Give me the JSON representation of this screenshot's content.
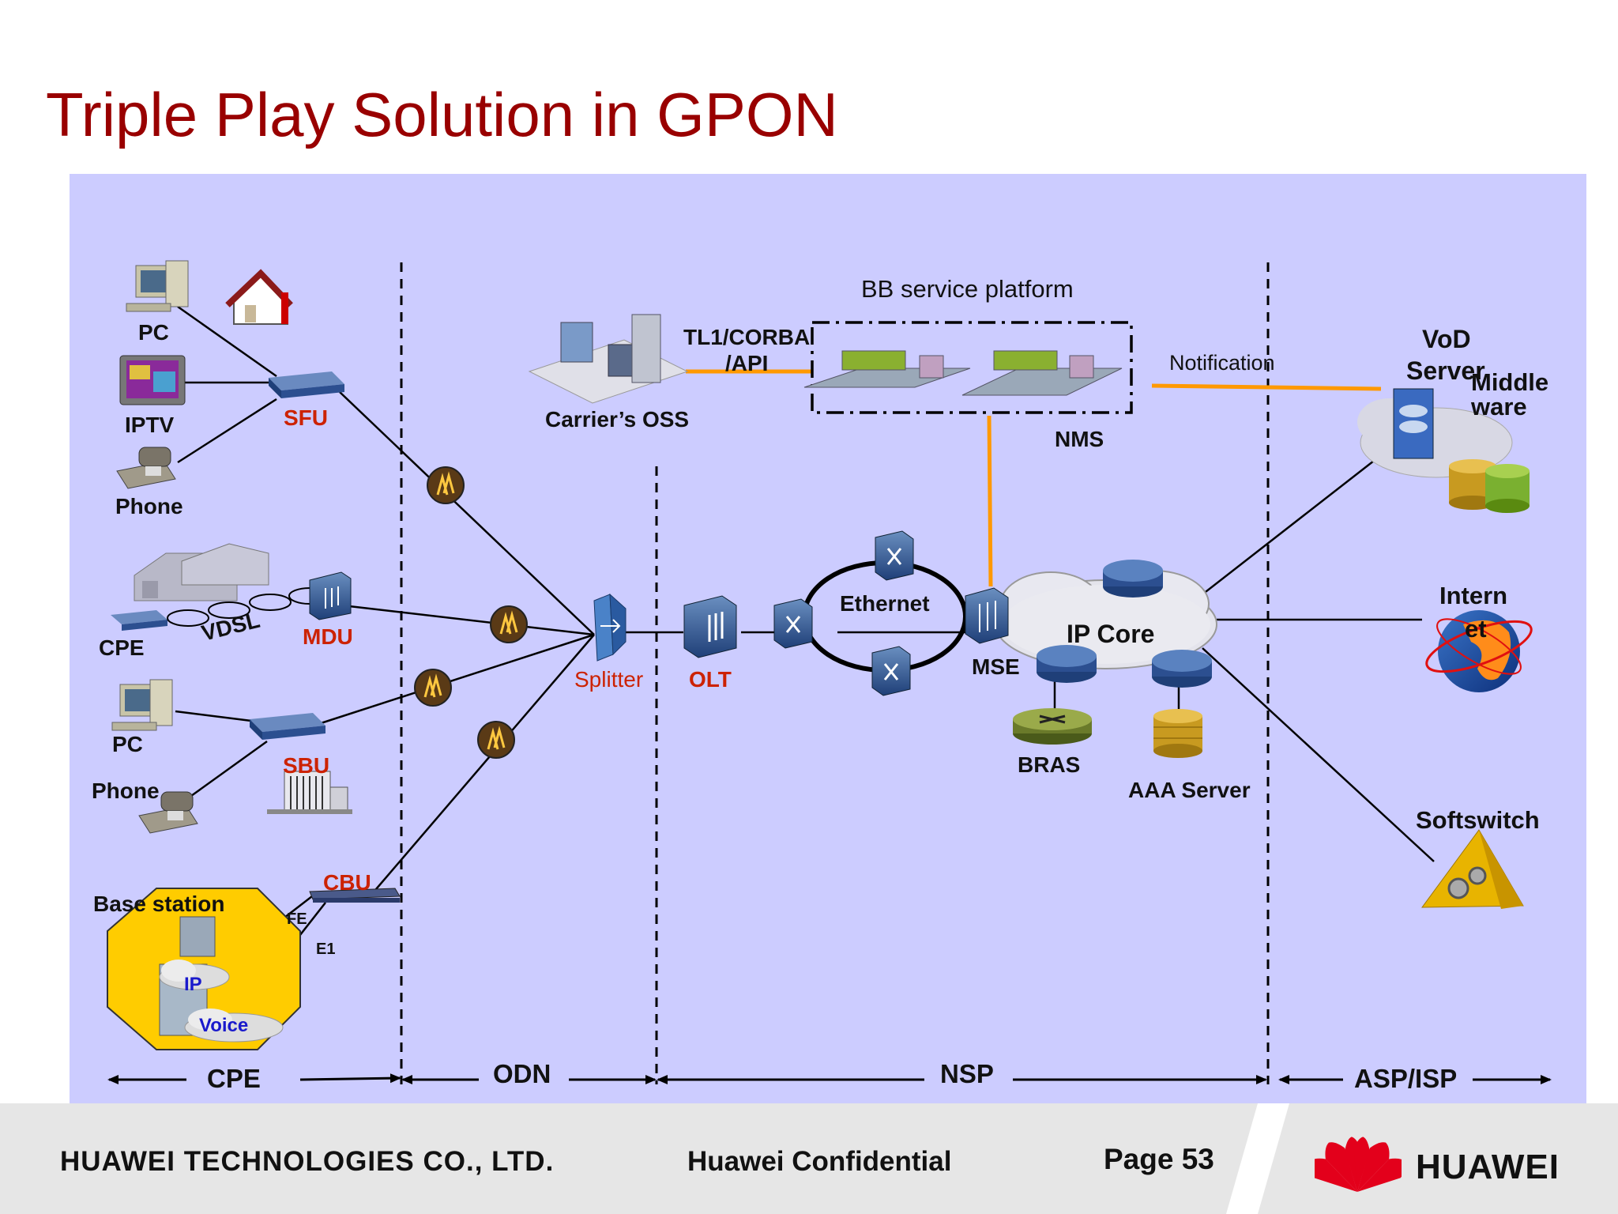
{
  "slide": {
    "title": "Triple Play Solution in GPON"
  },
  "zones": [
    {
      "id": "cpe",
      "label": "CPE"
    },
    {
      "id": "odn",
      "label": "ODN"
    },
    {
      "id": "nsp",
      "label": "NSP"
    },
    {
      "id": "asp",
      "label": "ASP/ISP"
    }
  ],
  "labels": {
    "pc_top": "PC",
    "iptv": "IPTV",
    "phone_top": "Phone",
    "sfu": "SFU",
    "cpe_device": "CPE",
    "vdsl": "VDSL",
    "mdu": "MDU",
    "pc_mid": "PC",
    "phone_mid": "Phone",
    "sbu": "SBU",
    "cbu": "CBU",
    "base_station": "Base station",
    "fe": "FE",
    "e1": "E1",
    "ip": "IP",
    "voice": "Voice",
    "splitter": "Splitter",
    "olt": "OLT",
    "ethernet": "Ethernet",
    "mse": "MSE",
    "ip_core": "IP Core",
    "bras": "BRAS",
    "aaa": "AAA Server",
    "carriers_oss": "Carrier’s OSS",
    "tl1_line1": "TL1/CORBA",
    "tl1_line2": "/API",
    "bb_platform": "BB service platform",
    "nms": "NMS",
    "notification": "Notification",
    "vod_line1": "VoD",
    "vod_line2": "Server",
    "middle_line1": "Middle",
    "middle_line2": "ware",
    "internet_line1": "Intern",
    "internet_line2": "et",
    "softswitch": "Softswitch"
  },
  "footer": {
    "company": "HUAWEI TECHNOLOGIES CO., LTD.",
    "confidential": "Huawei Confidential",
    "page": "Page 53",
    "logo": "HUAWEI"
  },
  "colors": {
    "title": "#990000",
    "panel": "#ccccff",
    "device_label_red": "#cc2200",
    "orange_link": "#ff9900",
    "cloud_text_blue": "#1a1acc",
    "base_station_fill": "#ffcc00"
  }
}
